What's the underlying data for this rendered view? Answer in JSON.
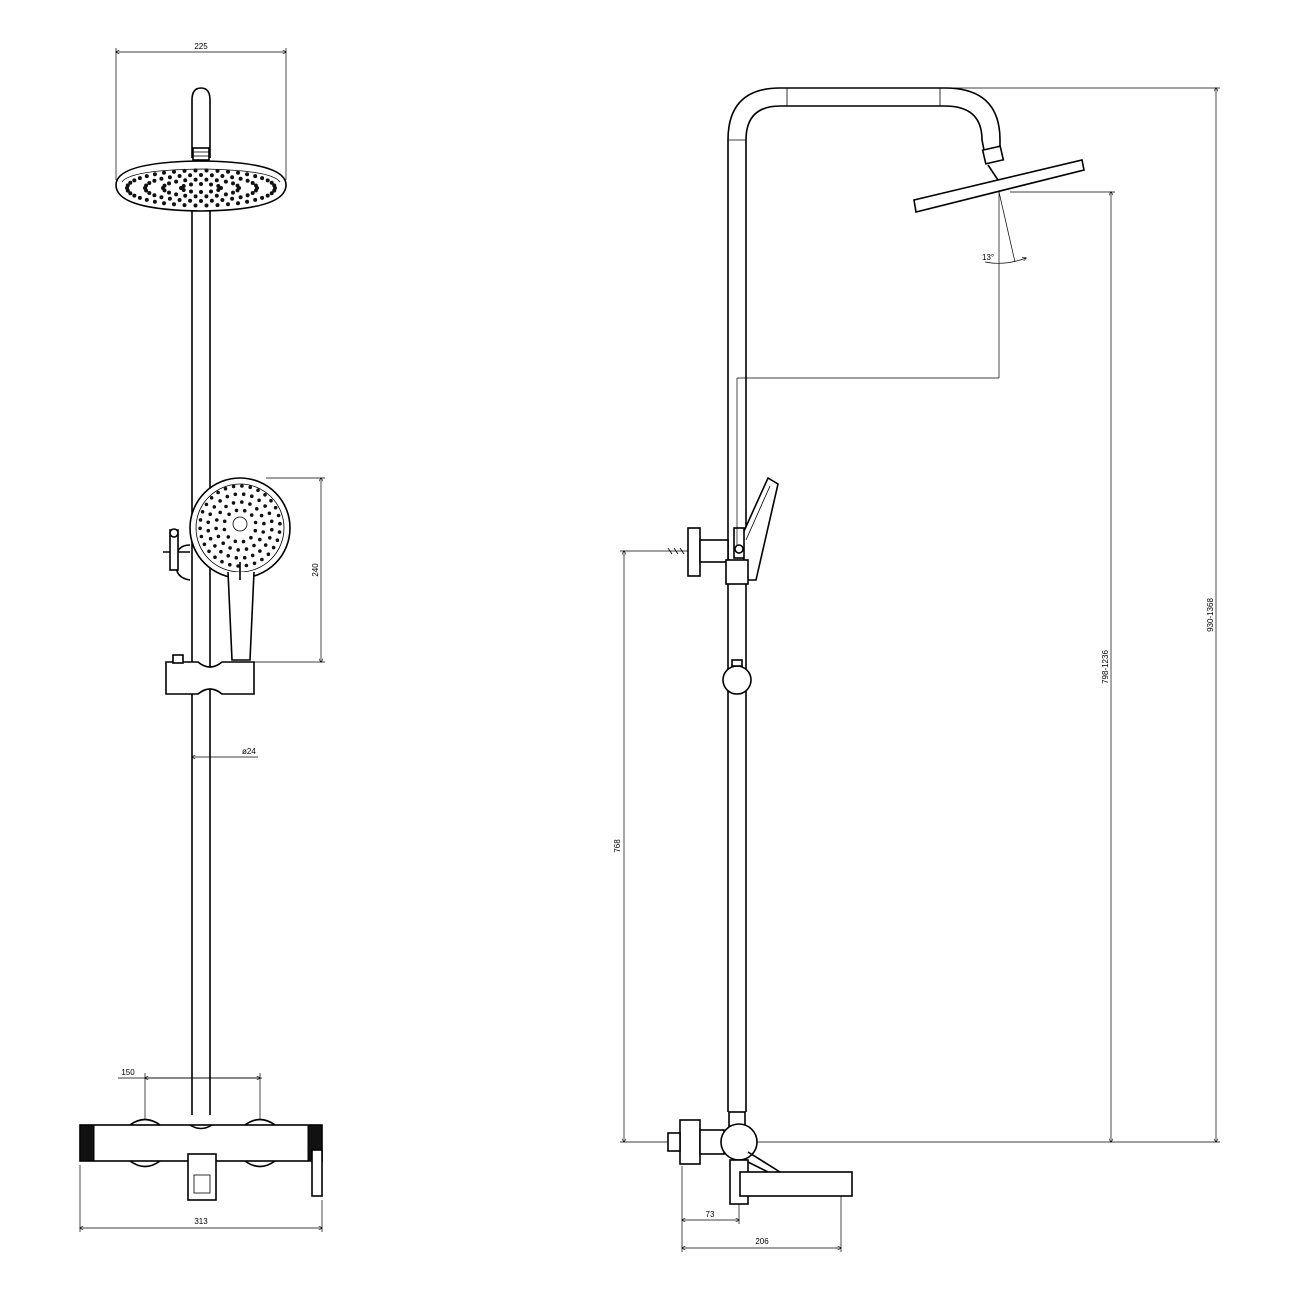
{
  "drawing": {
    "front_view": {
      "dimensions": {
        "head_width": "225",
        "handshower_height": "240",
        "rail_diameter": "ø24",
        "inlet_spacing": "150",
        "mixer_width": "313"
      }
    },
    "side_view": {
      "dimensions": {
        "head_angle": "13°",
        "arm_reach": "",
        "outlet_height": "768",
        "head_height_range": "798-1236",
        "total_height_range": "930-1368",
        "wall_to_mixer": "73",
        "spout_projection": "206"
      }
    },
    "colors": {
      "line": "#000000",
      "background": "#ffffff"
    }
  }
}
